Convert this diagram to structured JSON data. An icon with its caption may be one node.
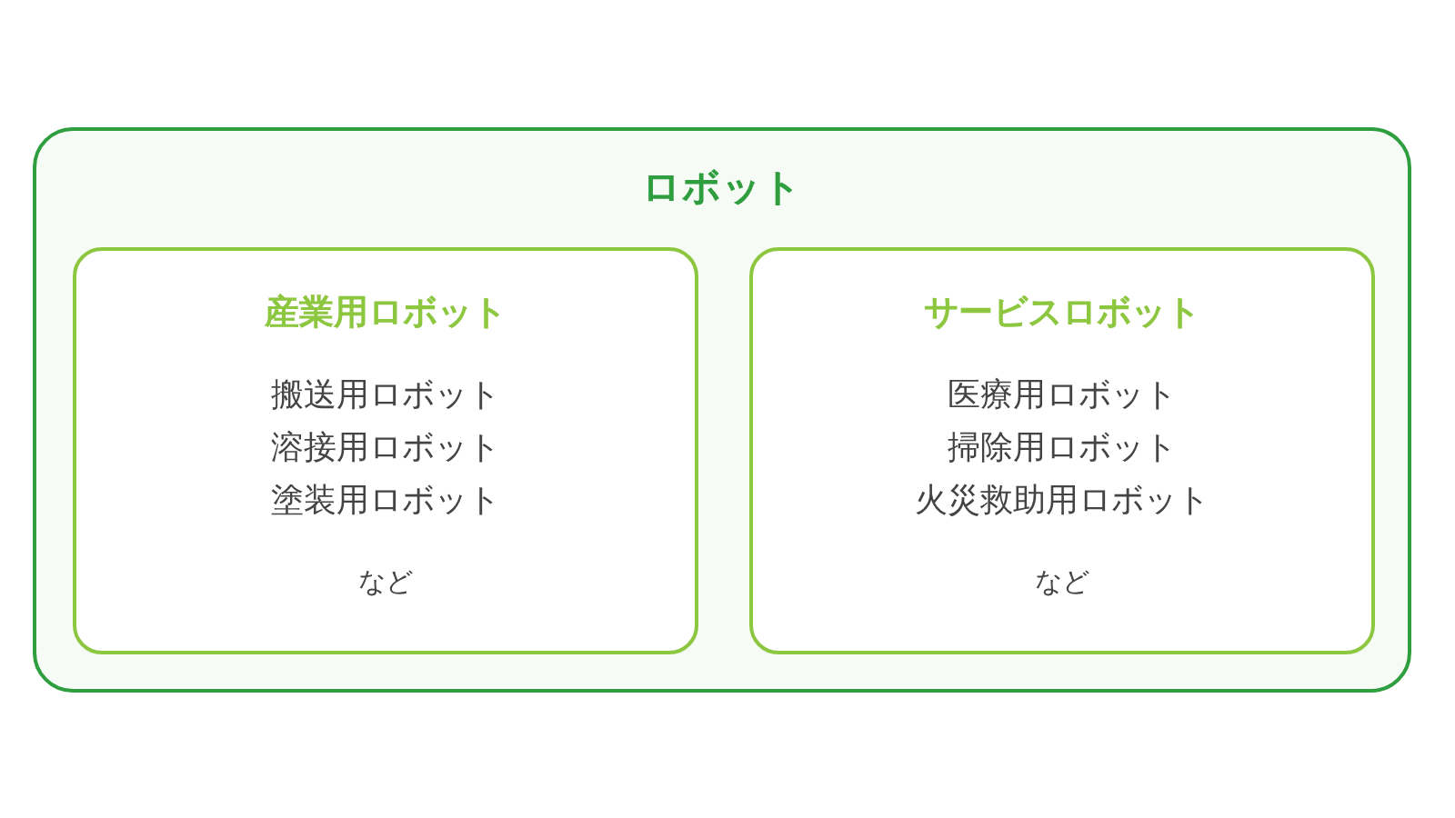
{
  "diagram": {
    "nodes": [
      {
        "text": [
          "ロボット"
        ]
      },
      {
        "text": [
          "産業用ロボット",
          "搬送用ロボット",
          "溶接用ロボット",
          "塗装用ロボット",
          "など"
        ],
        "in": 0
      },
      {
        "text": [
          "サービスロボット",
          "医療用ロボット",
          "掃除用ロボット",
          "火災救助用ロボット",
          "など"
        ],
        "in": 0
      }
    ]
  }
}
